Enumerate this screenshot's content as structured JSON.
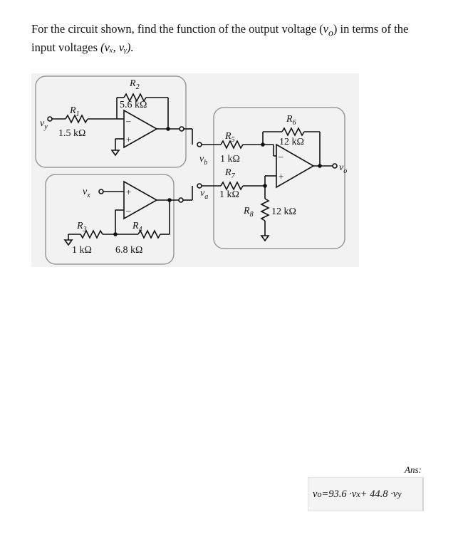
{
  "problem": {
    "line1": "For the circuit shown, find the function of the output voltage (",
    "vo": "v",
    "vo_sub": "o",
    "line1_end": ") in terms of the",
    "line2": "input voltages ",
    "inputs": "(vₓ, vᵧ)."
  },
  "circuit": {
    "R1": {
      "name": "R",
      "sub": "1",
      "value": "1.5 kΩ"
    },
    "R2": {
      "name": "R",
      "sub": "2",
      "value": "5.6 kΩ"
    },
    "R3": {
      "name": "R",
      "sub": "3",
      "value": "1 kΩ"
    },
    "R4": {
      "name": "R",
      "sub": "4",
      "value": "6.8 kΩ"
    },
    "R5": {
      "name": "R",
      "sub": "5",
      "value": "1 kΩ"
    },
    "R6": {
      "name": "R",
      "sub": "6",
      "value": "12 kΩ"
    },
    "R7": {
      "name": "R",
      "sub": "7",
      "value": "1 kΩ"
    },
    "R8": {
      "name": "R",
      "sub": "8",
      "value": "12 kΩ"
    },
    "vy": {
      "name": "v",
      "sub": "y"
    },
    "vx": {
      "name": "v",
      "sub": "x"
    },
    "vb": {
      "name": "v",
      "sub": "b"
    },
    "va": {
      "name": "v",
      "sub": "a"
    },
    "vo": {
      "name": "v",
      "sub": "o"
    },
    "plus": "+",
    "minus": "–"
  },
  "answer": {
    "label": "Ans:",
    "vo": "v",
    "vo_sub": "o",
    "eq": " =93.6 · ",
    "vx": "v",
    "vx_sub": "x",
    "plus": " + 44.8 · ",
    "vy": "v",
    "vy_sub": "y"
  }
}
